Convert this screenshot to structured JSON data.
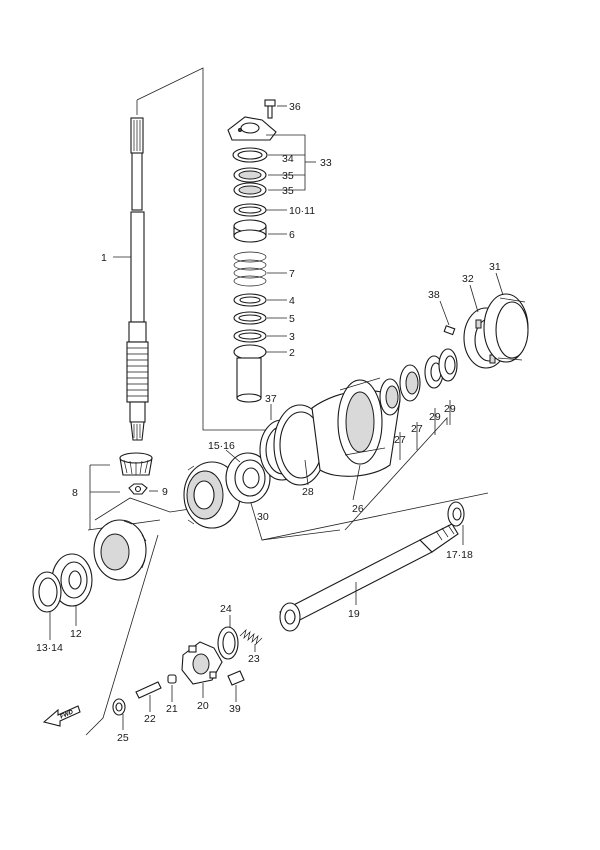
{
  "labels": {
    "p1": "1",
    "p2": "2",
    "p3": "3",
    "p4": "4",
    "p5": "5",
    "p6": "6",
    "p7": "7",
    "p8": "8",
    "p9": "9",
    "p10_11": "10·11",
    "p12": "12",
    "p13_14": "13·14",
    "p15_16": "15·16",
    "p17_18": "17·18",
    "p19": "19",
    "p20": "20",
    "p21": "21",
    "p22": "22",
    "p23": "23",
    "p24": "24",
    "p25": "25",
    "p26": "26",
    "p27a": "27",
    "p27b": "27",
    "p28": "28",
    "p29a": "29",
    "p29b": "29",
    "p30": "30",
    "p31": "31",
    "p32": "32",
    "p33": "33",
    "p34": "34",
    "p35a": "35",
    "p35b": "35",
    "p36": "36",
    "p37": "37",
    "p38": "38",
    "p39": "39"
  },
  "fwd_mark": "FWD"
}
